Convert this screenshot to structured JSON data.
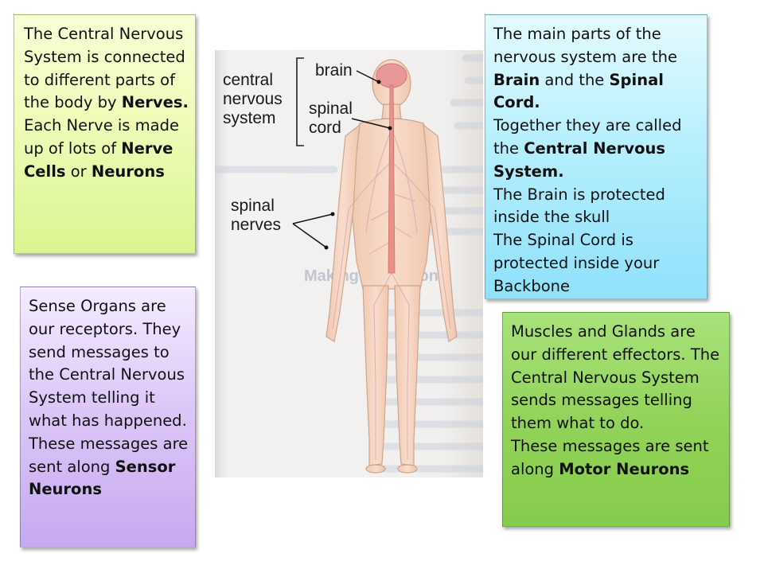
{
  "boxes": {
    "cns": {
      "t1": "The Central Nervous System is connected to different parts of the body by ",
      "b1": "Nerves.",
      "t2": "\nEach Nerve is made up of lots of ",
      "b2": "Nerve Cells",
      "t3": " or ",
      "b3": "Neurons"
    },
    "main": {
      "t1": "The main parts of the nervous system are the ",
      "b1": "Brain",
      "t2": " and the ",
      "b2": "Spinal Cord.",
      "t3": "\nTogether they are called the ",
      "b3": "Central Nervous System.",
      "t4": "\nThe Brain is protected inside the skull\nThe Spinal Cord is protected inside your Backbone"
    },
    "sense": {
      "t1": "Sense Organs are our receptors. They send messages to the Central Nervous System telling it what has happened.\nThese messages are sent along ",
      "b1": "Sensor Neurons"
    },
    "muscle": {
      "t1": "Muscles and Glands are our different effectors. The Central Nervous System sends messages telling them what to do.\nThese messages are sent along ",
      "b1": "Motor Neurons"
    }
  },
  "diagram": {
    "labels": {
      "cns_l1": "central",
      "cns_l2": "nervous",
      "cns_l3": "system",
      "brain": "brain",
      "spinal_l1": "spinal",
      "spinal_l2": "cord",
      "nerves_l1": "spinal",
      "nerves_l2": "nerves"
    },
    "background_text": {
      "heading": "Making a reaction"
    },
    "colors": {
      "body_fill": "#f6d6c2",
      "cord": "#e9908a",
      "page": "#f3f1ef"
    }
  }
}
